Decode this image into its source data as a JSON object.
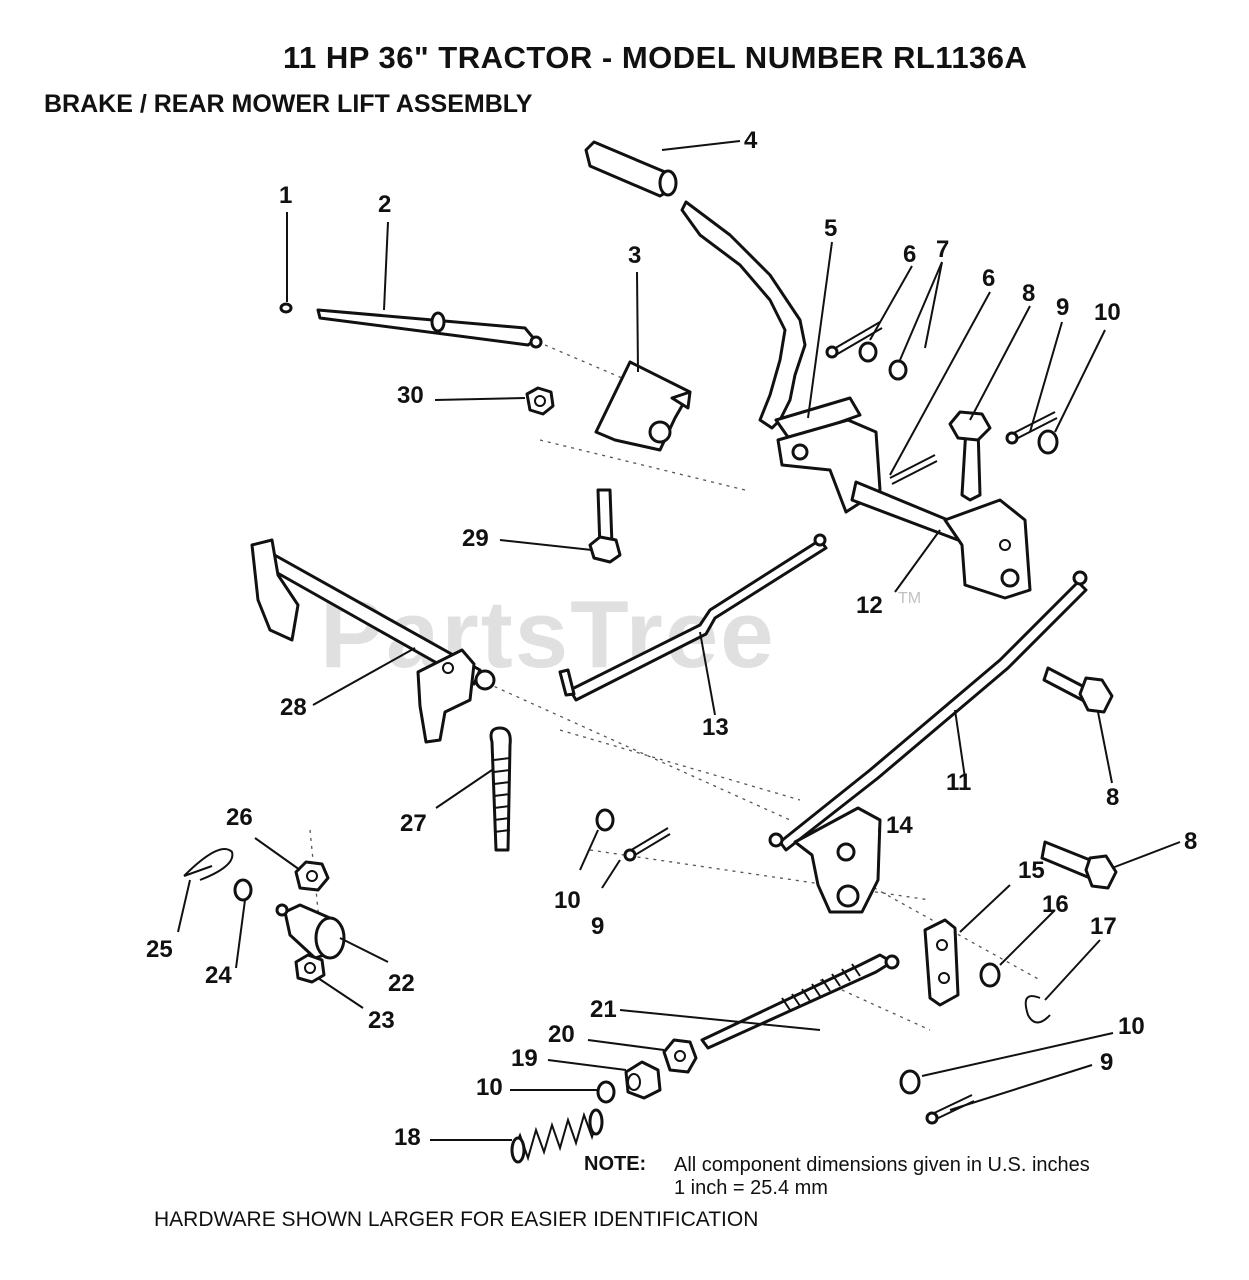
{
  "title": "11 HP  36\"  TRACTOR  - MODEL NUMBER RL1136A",
  "subtitle": "BRAKE / REAR MOWER LIFT ASSEMBLY",
  "watermark": "PartsTree",
  "watermark_tm": "TM",
  "callouts": {
    "c1": "1",
    "c2": "2",
    "c3": "3",
    "c4": "4",
    "c5": "5",
    "c6a": "6",
    "c6b": "6",
    "c7": "7",
    "c8a": "8",
    "c8b": "8",
    "c8c": "8",
    "c9a": "9",
    "c9b": "9",
    "c9c": "9",
    "c10a": "10",
    "c10b": "10",
    "c10c": "10",
    "c10d": "10",
    "c11": "11",
    "c12": "12",
    "c13": "13",
    "c14": "14",
    "c15": "15",
    "c16": "16",
    "c17": "17",
    "c18": "18",
    "c19": "19",
    "c20": "20",
    "c21": "21",
    "c22": "22",
    "c23": "23",
    "c24": "24",
    "c25": "25",
    "c26": "26",
    "c27": "27",
    "c28": "28",
    "c29": "29",
    "c30": "30"
  },
  "note": {
    "label": "NOTE:",
    "line1": "All component dimensions given in U.S. inches",
    "line2": "1 inch = 25.4 mm"
  },
  "hardware_note": "HARDWARE SHOWN LARGER FOR EASIER IDENTIFICATION"
}
